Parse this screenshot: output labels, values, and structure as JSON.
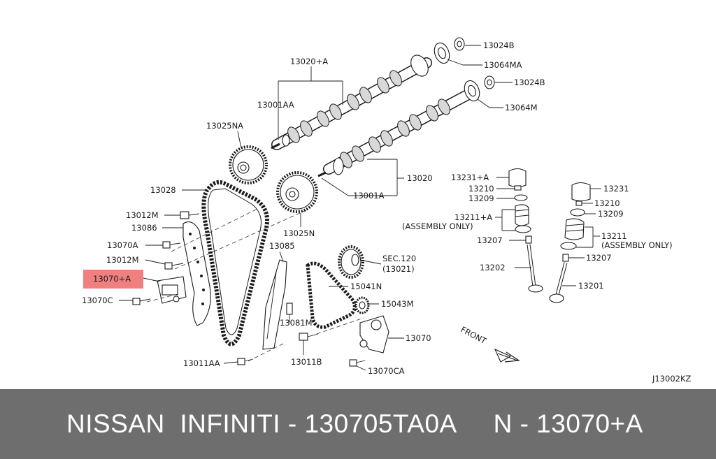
{
  "diagram": {
    "callouts": [
      {
        "id": "c1",
        "text": "13024B"
      },
      {
        "id": "c2",
        "text": "13064MA"
      },
      {
        "id": "c3",
        "text": "13024B"
      },
      {
        "id": "c4",
        "text": "13064M"
      },
      {
        "id": "c5",
        "text": "13020+A"
      },
      {
        "id": "c6",
        "text": "13001AA"
      },
      {
        "id": "c7",
        "text": "13025NA"
      },
      {
        "id": "c8",
        "text": "13020"
      },
      {
        "id": "c9",
        "text": "13001A"
      },
      {
        "id": "c10",
        "text": "13028"
      },
      {
        "id": "c11",
        "text": "13025N"
      },
      {
        "id": "c12",
        "text": "13012M"
      },
      {
        "id": "c13",
        "text": "13086"
      },
      {
        "id": "c14",
        "text": "13070A"
      },
      {
        "id": "c15",
        "text": "13012M"
      },
      {
        "id": "c16",
        "text": "13085"
      },
      {
        "id": "c17",
        "text": "13070+A",
        "highlight": true
      },
      {
        "id": "c18",
        "text": "13070C"
      },
      {
        "id": "c19",
        "text": "SEC.120"
      },
      {
        "id": "c20",
        "text": "(13021)"
      },
      {
        "id": "c21",
        "text": "15041N"
      },
      {
        "id": "c22",
        "text": "15043M"
      },
      {
        "id": "c23",
        "text": "13081M"
      },
      {
        "id": "c24",
        "text": "13070"
      },
      {
        "id": "c25",
        "text": "13011AA"
      },
      {
        "id": "c26",
        "text": "13011B"
      },
      {
        "id": "c27",
        "text": "13070CA"
      },
      {
        "id": "c28",
        "text": "13231+A"
      },
      {
        "id": "c29",
        "text": "13210"
      },
      {
        "id": "c30",
        "text": "13209"
      },
      {
        "id": "c31",
        "text": "13211+A"
      },
      {
        "id": "c32",
        "text": "(ASSEMBLY ONLY)"
      },
      {
        "id": "c33",
        "text": "13207"
      },
      {
        "id": "c34",
        "text": "13202"
      },
      {
        "id": "c35",
        "text": "13231"
      },
      {
        "id": "c36",
        "text": "13210"
      },
      {
        "id": "c37",
        "text": "13209"
      },
      {
        "id": "c38",
        "text": "13211"
      },
      {
        "id": "c39",
        "text": "(ASSEMBLY ONLY)"
      },
      {
        "id": "c40",
        "text": "13207"
      },
      {
        "id": "c41",
        "text": "13201"
      }
    ],
    "front_label": "FRONT",
    "code": "J13002KZ",
    "highlight_color": "#f08080"
  },
  "footer": {
    "title": "NISSAN  INFINITI - 130705TA0A     N - 13070+A",
    "background": "#6e6e6e"
  }
}
